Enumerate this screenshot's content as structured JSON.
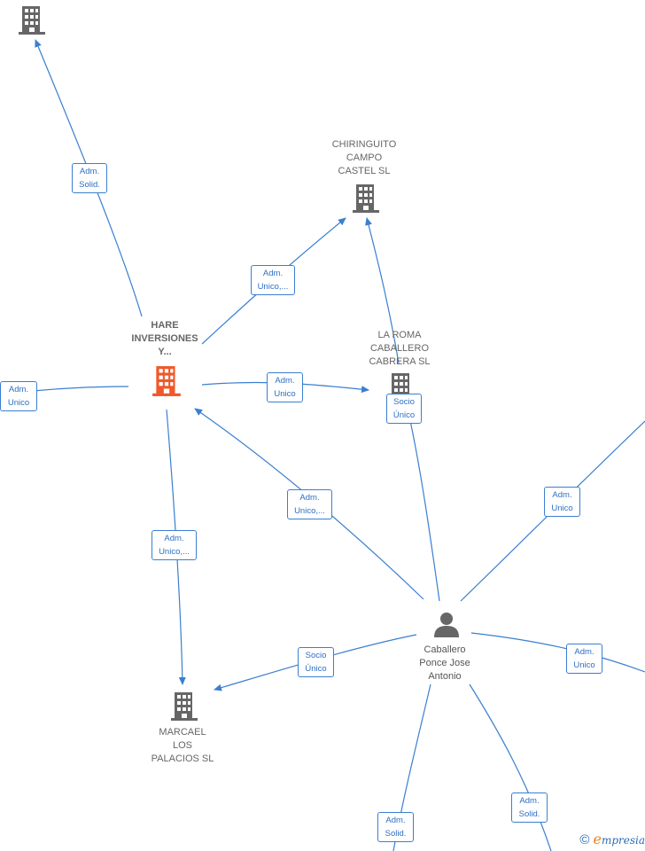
{
  "nodes": {
    "top_company": {
      "label": ""
    },
    "chiringuito": {
      "label": "CHIRINGUITO\nCAMPO\nCASTEL  SL"
    },
    "hare": {
      "label": "HARE\nINVERSIONES\nY..."
    },
    "la_roma": {
      "label": "LA ROMA\nCABALLERO\nCABRERA  SL"
    },
    "caballero": {
      "label": "Caballero\nPonce Jose\nAntonio"
    },
    "marcael": {
      "label": "MARCAEL\nLOS\nPALACIOS  SL"
    }
  },
  "edge_labels": {
    "hare_top": "Adm.\nSolid.",
    "hare_chiringuito": "Adm.\nUnico,...",
    "hare_left": "Adm.\nUnico",
    "hare_laroma": "Adm.\nUnico",
    "laroma_chiringuito": "Socio\nÚnico",
    "caballero_hare": "Adm.\nUnico,...",
    "hare_marcael": "Adm.\nUnico,...",
    "caballero_upright": "Adm.\nUnico",
    "caballero_marcael": "Socio\nÚnico",
    "caballero_right": "Adm.\nUnico",
    "caballero_bottom": "Adm.\nSolid.",
    "caballero_bottomright": "Adm.\nSolid."
  },
  "brand": {
    "copyright": "©",
    "e": "e",
    "rest": "mpresia"
  },
  "colors": {
    "edge": "#3a7fd0",
    "company_icon": "#666666",
    "highlight_icon": "#f0582a",
    "label_text": "#2d6fc3"
  }
}
